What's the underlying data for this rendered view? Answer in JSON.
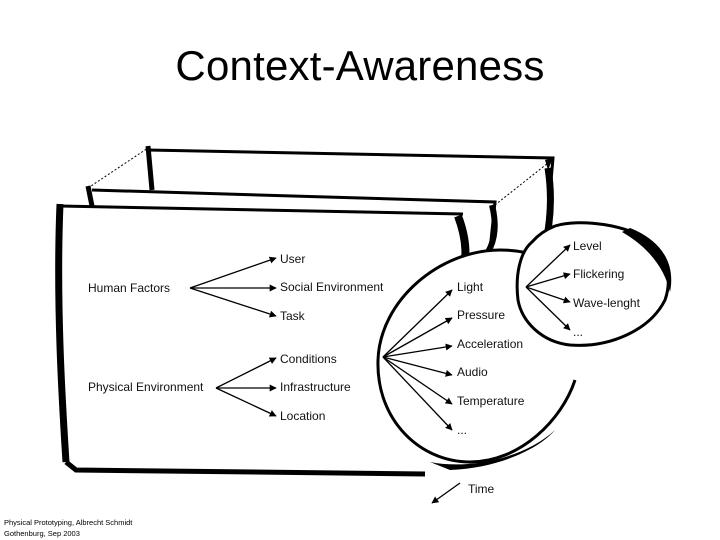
{
  "title": "Context-Awareness",
  "diagram": {
    "human_factors": {
      "label": "Human Factors",
      "items": [
        "User",
        "Social Environment",
        "Task"
      ]
    },
    "physical_environment": {
      "label": "Physical Environment",
      "items": [
        "Conditions",
        "Infrastructure",
        "Location"
      ]
    },
    "conditions_detail": {
      "items": [
        "Light",
        "Pressure",
        "Acceleration",
        "Audio",
        "Temperature",
        "..."
      ]
    },
    "light_detail": {
      "items": [
        "Level",
        "Flickering",
        "Wave-lenght",
        "..."
      ]
    },
    "time_label": "Time"
  },
  "footer": {
    "line1": "Physical Prototyping, Albrecht Schmidt",
    "line2": "Gothenburg, Sep 2003"
  }
}
